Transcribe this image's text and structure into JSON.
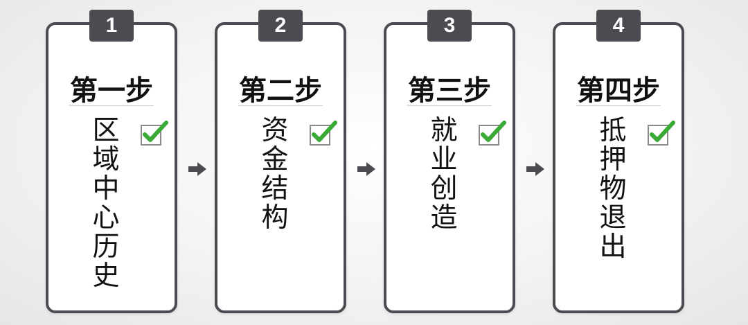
{
  "steps": [
    {
      "number": "1",
      "title": "第一步",
      "description": "区域中心历史",
      "checked": true
    },
    {
      "number": "2",
      "title": "第二步",
      "description": "资金结构",
      "checked": true
    },
    {
      "number": "3",
      "title": "第三步",
      "description": "就业创造",
      "checked": true
    },
    {
      "number": "4",
      "title": "第四步",
      "description": "抵押物退出",
      "checked": true
    }
  ],
  "colors": {
    "card_border": "#4a4c52",
    "badge_background": "#4a4c52",
    "badge_text": "#ffffff",
    "check_green": "#3aa935",
    "arrow": "#4a4c52"
  },
  "icons": {
    "check": "check-box-icon",
    "connector": "arrow-right-icon"
  }
}
